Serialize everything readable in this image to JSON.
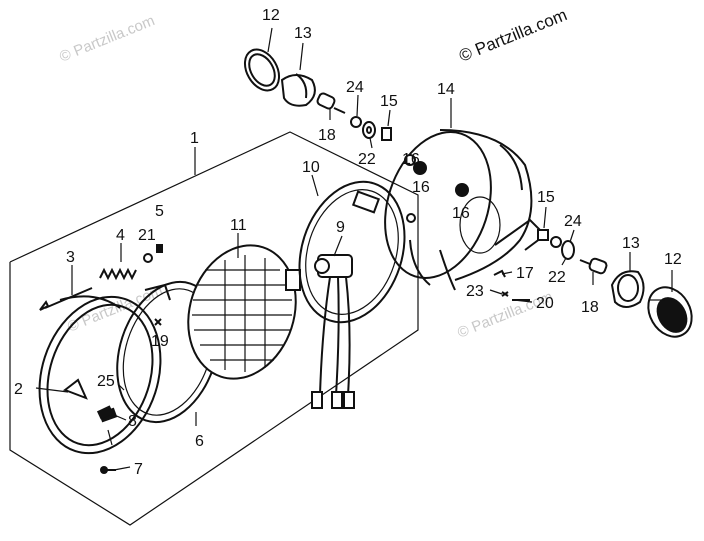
{
  "watermarks": {
    "main": "© Partzilla.com",
    "faint": "© Partzilla.com"
  },
  "part_labels": {
    "p1": "1",
    "p2": "2",
    "p3": "3",
    "p4": "4",
    "p5": "5",
    "p6": "6",
    "p7": "7",
    "p8": "8",
    "p9": "9",
    "p10": "10",
    "p11": "11",
    "p12a": "12",
    "p12b": "12",
    "p13a": "13",
    "p13b": "13",
    "p14": "14",
    "p15a": "15",
    "p15b": "15",
    "p16a": "16",
    "p16b": "16",
    "p16c": "16",
    "p17": "17",
    "p18a": "18",
    "p18b": "18",
    "p19": "19",
    "p20": "20",
    "p21": "21",
    "p22a": "22",
    "p22b": "22",
    "p23": "23",
    "p24a": "24",
    "p24b": "24",
    "p25": "25"
  },
  "colors": {
    "line": "#111111",
    "background": "#ffffff",
    "watermark": "#c8c8c8"
  }
}
